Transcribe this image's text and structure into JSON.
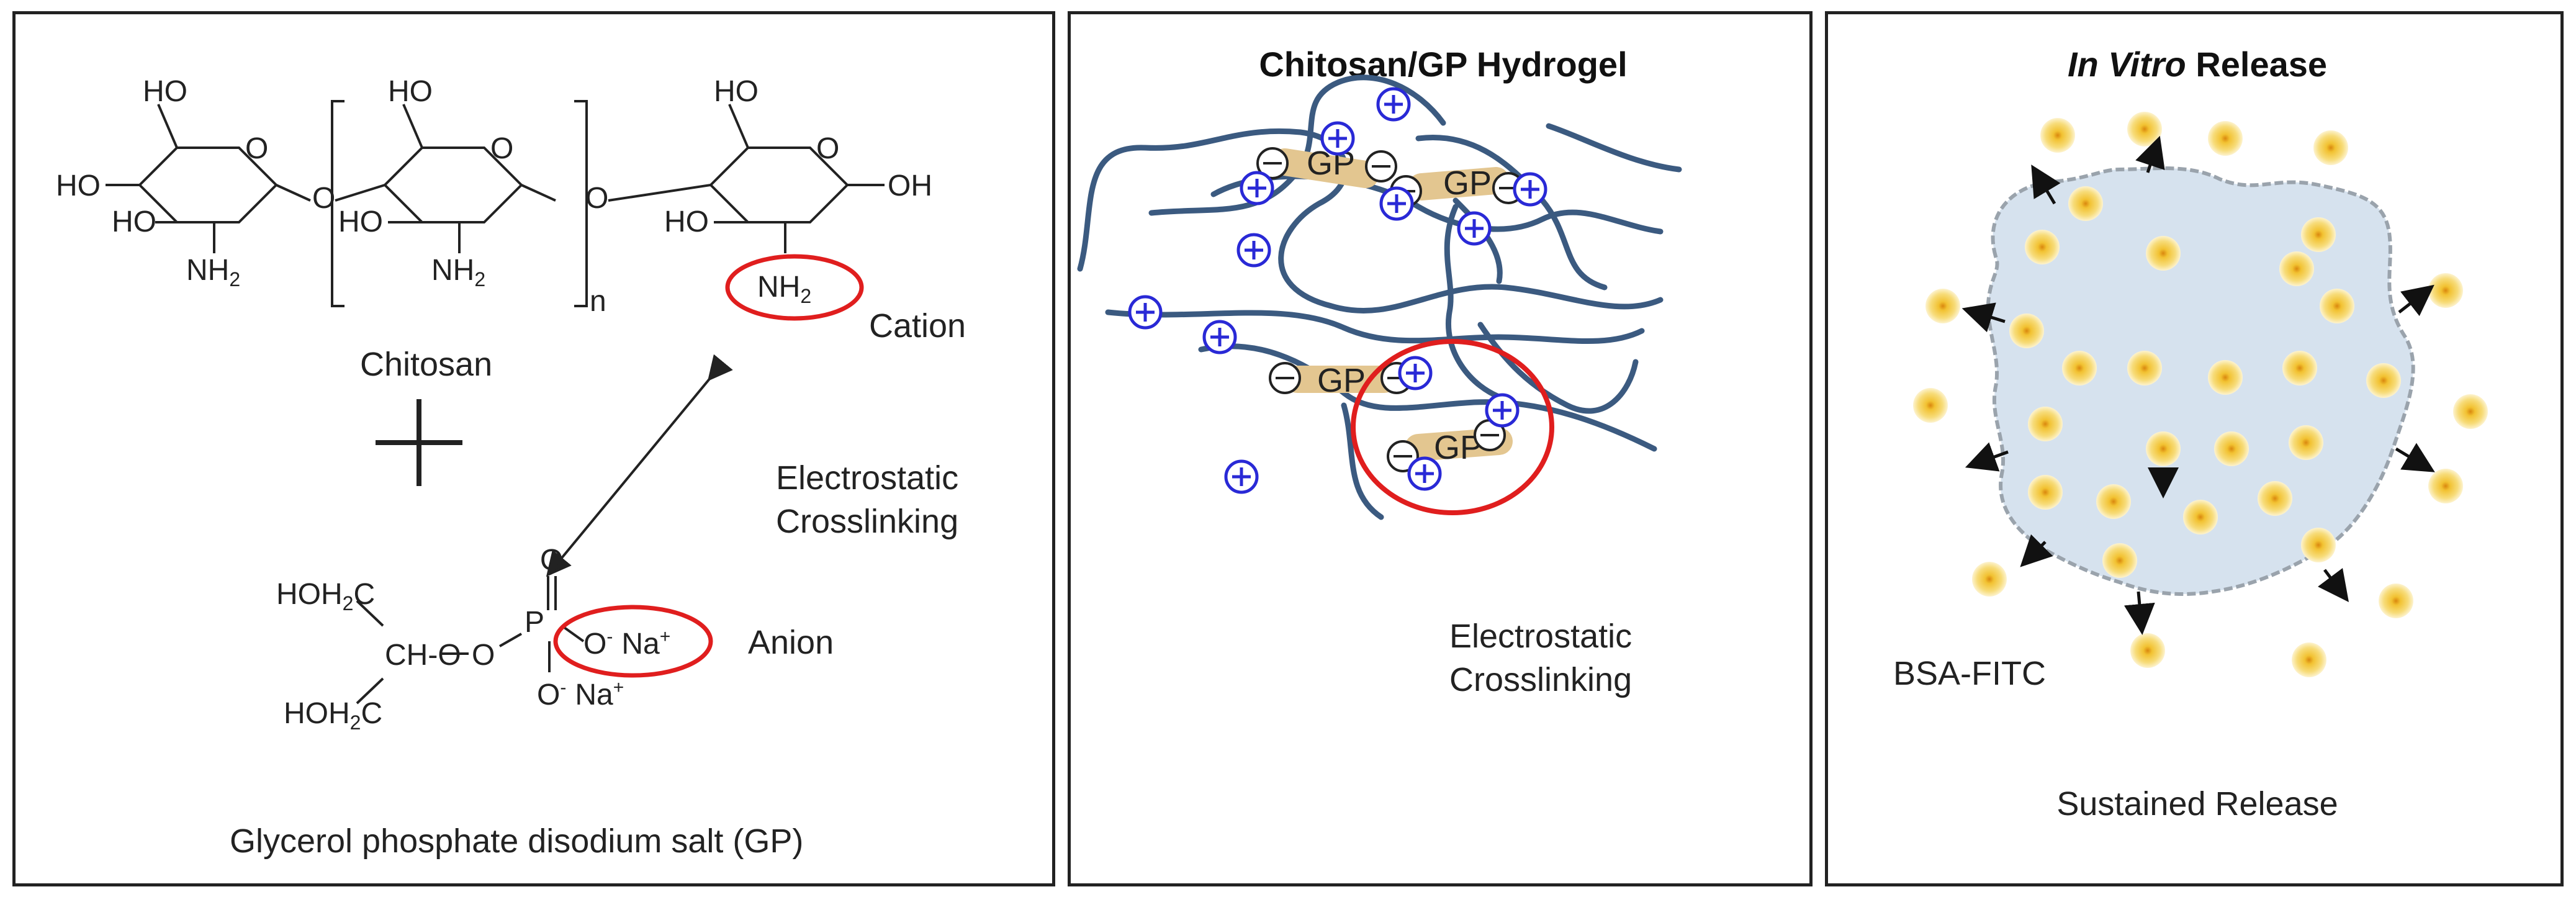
{
  "panel1": {
    "chitosan_label": "Chitosan",
    "repeat_n": "n",
    "cation_label": "Cation",
    "crosslink_line1": "Electrostatic",
    "crosslink_line2": "Crosslinking",
    "anion_label": "Anion",
    "gp_label": "Glycerol phosphate disodium salt (GP)",
    "atoms": {
      "HO": "HO",
      "OH": "OH",
      "O": "O",
      "NH": "NH",
      "sub2": "2",
      "HOH": "HOH",
      "CH": "CH",
      "P": "P",
      "Na": "Na",
      "plus": "+",
      "minus": "-"
    }
  },
  "panel2": {
    "title": "Chitosan/GP Hydrogel",
    "gp": "GP",
    "crosslink_line1": "Electrostatic",
    "crosslink_line2": "Crosslinking"
  },
  "panel3": {
    "title_italic": "In Vitro",
    "title_rest": " Release",
    "bsa_label": "BSA-FITC",
    "release_label": "Sustained Release"
  },
  "colors": {
    "chain": "#3b5a80",
    "gp_band": "#e3c690",
    "cation": "#2929d6",
    "highlight": "#e01e1e",
    "hydrogel_fill": "#d6e2ee",
    "particle": "#f2c232"
  }
}
